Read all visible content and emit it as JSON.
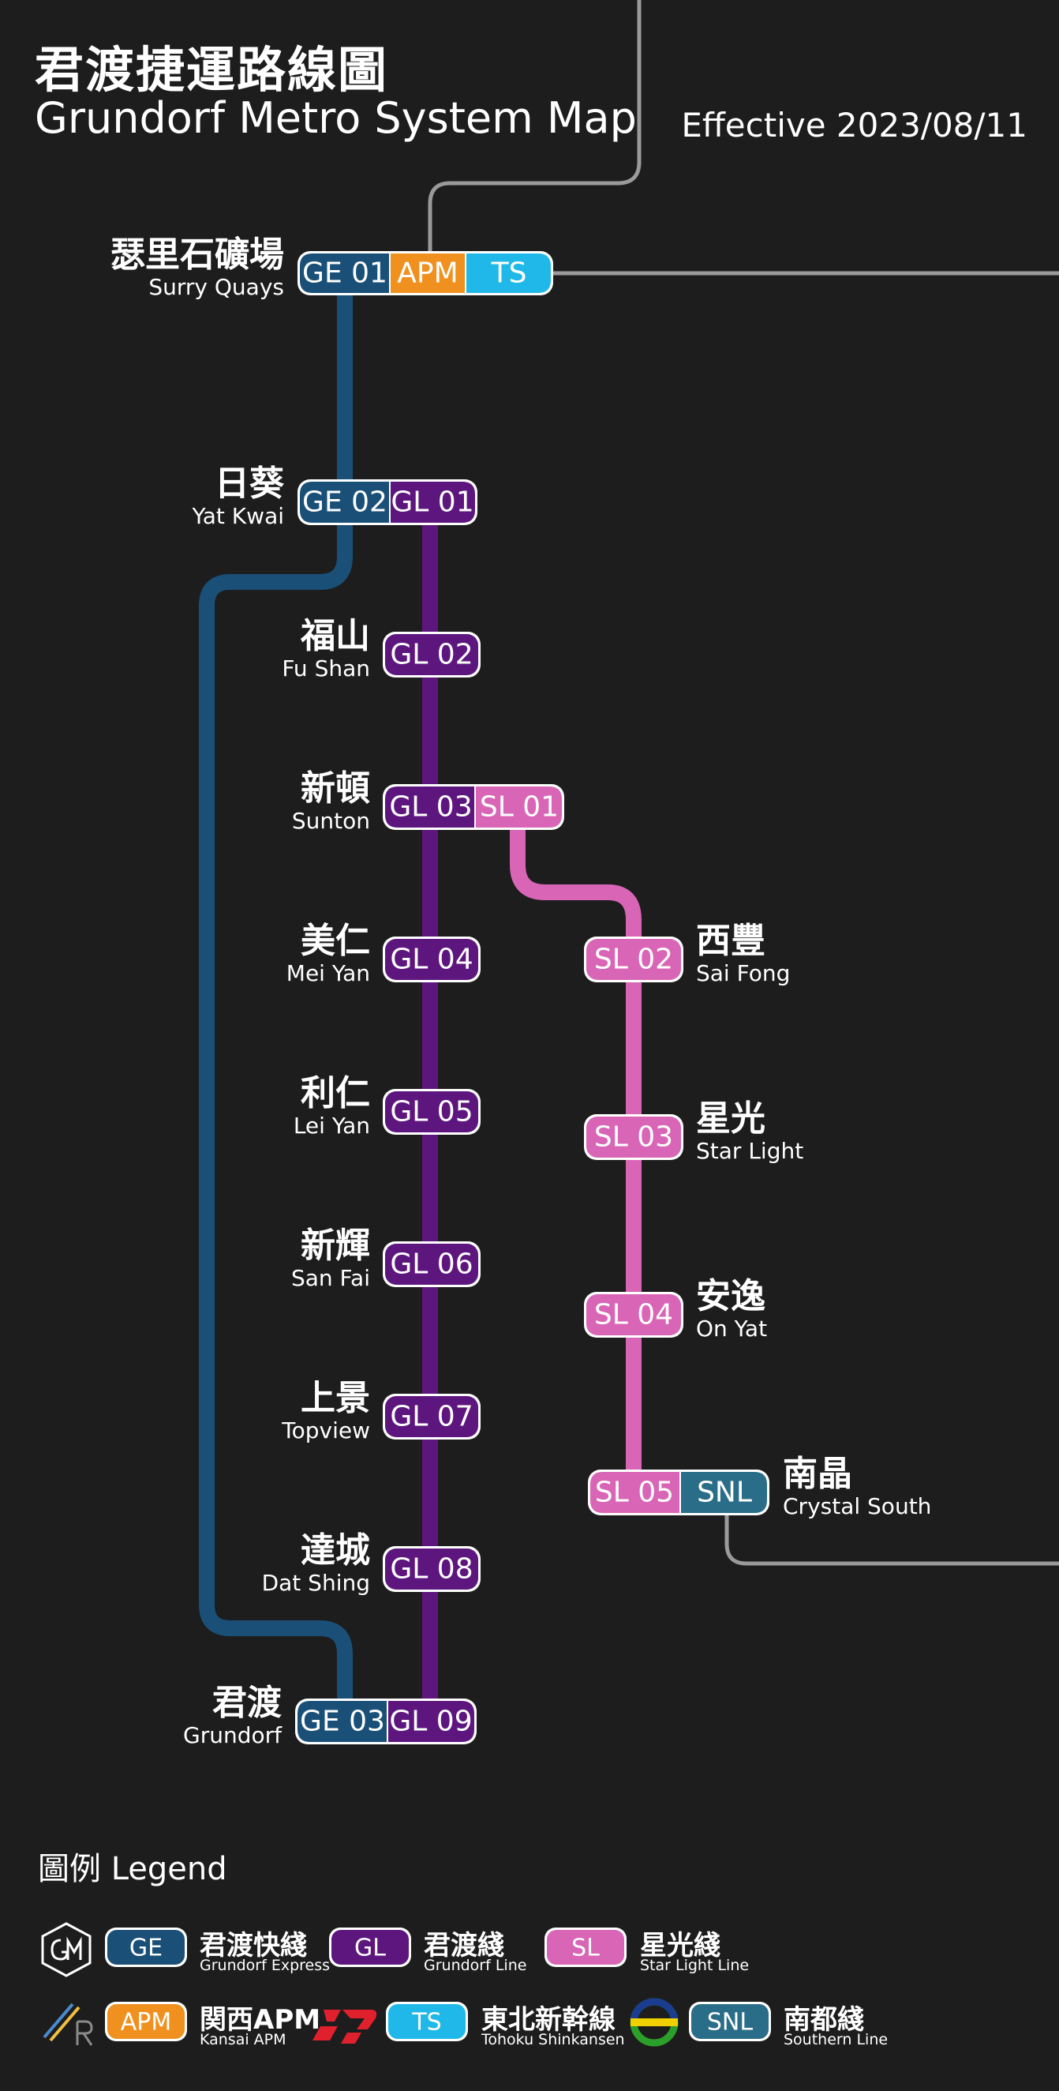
{
  "header": {
    "title_zh": "君渡捷運路線圖",
    "title_en": "Grundorf Metro System Map",
    "effective": "Effective 2023/08/11"
  },
  "colors": {
    "GE": "#1a5078",
    "GL": "#5e167f",
    "SL": "#d965b6",
    "APM": "#f0901e",
    "TS": "#20b8e8",
    "SNL": "#2a6d89",
    "connector": "#9a9a9a",
    "background": "#1d1d1d"
  },
  "stations": [
    {
      "zh": "瑟里石礦場",
      "en": "Surry Quays",
      "codes": [
        "GE 01",
        "APM",
        "TS"
      ]
    },
    {
      "zh": "日葵",
      "en": "Yat Kwai",
      "codes": [
        "GE 02",
        "GL 01"
      ]
    },
    {
      "zh": "福山",
      "en": "Fu Shan",
      "codes": [
        "GL 02"
      ]
    },
    {
      "zh": "新頓",
      "en": "Sunton",
      "codes": [
        "GL 03",
        "SL 01"
      ]
    },
    {
      "zh": "美仁",
      "en": "Mei Yan",
      "codes": [
        "GL 04"
      ]
    },
    {
      "zh": "利仁",
      "en": "Lei Yan",
      "codes": [
        "GL 05"
      ]
    },
    {
      "zh": "新輝",
      "en": "San Fai",
      "codes": [
        "GL 06"
      ]
    },
    {
      "zh": "上景",
      "en": "Topview",
      "codes": [
        "GL 07"
      ]
    },
    {
      "zh": "達城",
      "en": "Dat Shing",
      "codes": [
        "GL 08"
      ]
    },
    {
      "zh": "君渡",
      "en": "Grundorf",
      "codes": [
        "GE 03",
        "GL 09"
      ]
    },
    {
      "zh": "西豐",
      "en": "Sai Fong",
      "codes": [
        "SL 02"
      ]
    },
    {
      "zh": "星光",
      "en": "Star Light",
      "codes": [
        "SL 03"
      ]
    },
    {
      "zh": "安逸",
      "en": "On Yat",
      "codes": [
        "SL 04"
      ]
    },
    {
      "zh": "南晶",
      "en": "Crystal South",
      "codes": [
        "SL 05",
        "SNL"
      ]
    }
  ],
  "legend": {
    "title": "圖例  Legend",
    "items": [
      {
        "code": "GE",
        "zh": "君渡快綫",
        "en": "Grundorf Express",
        "icon": "grundorf-metro-logo"
      },
      {
        "code": "GL",
        "zh": "君渡綫",
        "en": "Grundorf Line",
        "icon": ""
      },
      {
        "code": "SL",
        "zh": "星光綫",
        "en": "Star Light Line",
        "icon": ""
      },
      {
        "code": "APM",
        "zh": "関西APM",
        "en": "Kansai APM",
        "icon": "kansai-rail-logo"
      },
      {
        "code": "TS",
        "zh": "東北新幹線",
        "en": "Tohoku Shinkansen",
        "icon": "jr-logo"
      },
      {
        "code": "SNL",
        "zh": "南都綫",
        "en": "Southern Line",
        "icon": "southern-line-roundel"
      }
    ]
  }
}
